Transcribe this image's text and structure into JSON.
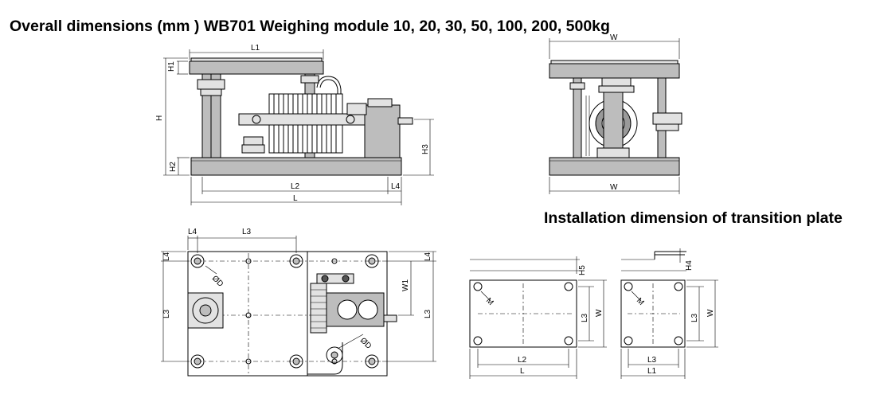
{
  "titles": {
    "main": "Overall dimensions (mm ) WB701 Weighing module 10, 20, 30, 50, 100, 200, 500kg",
    "installation": "Installation dimension of transition plate"
  },
  "labels": {
    "l1": "L1",
    "l2": "L2",
    "l3": "L3",
    "l4": "L4",
    "l": "L",
    "h": "H",
    "h1": "H1",
    "h2": "H2",
    "h3": "H3",
    "h4": "H4",
    "h5": "H5",
    "w": "W",
    "w1": "W1",
    "d": "ØD",
    "m": "M"
  }
}
